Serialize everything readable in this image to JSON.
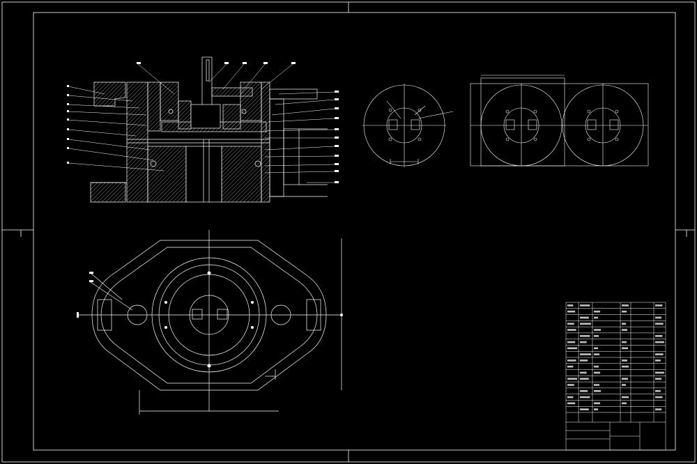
{
  "drawing": {
    "background": "#000000",
    "line_color": "#ffffff",
    "hatch_color": "#bdbdbd",
    "views": [
      "section-view",
      "top-view-small",
      "top-view-pair",
      "plan-view"
    ],
    "title_block": {
      "rows": 18,
      "columns": 5
    }
  },
  "notes": {
    "note_a": {
      "heading": "",
      "lines": [
        "",
        "",
        ""
      ]
    },
    "note_b": {
      "heading": "",
      "lines": [
        "",
        "",
        ""
      ]
    }
  }
}
